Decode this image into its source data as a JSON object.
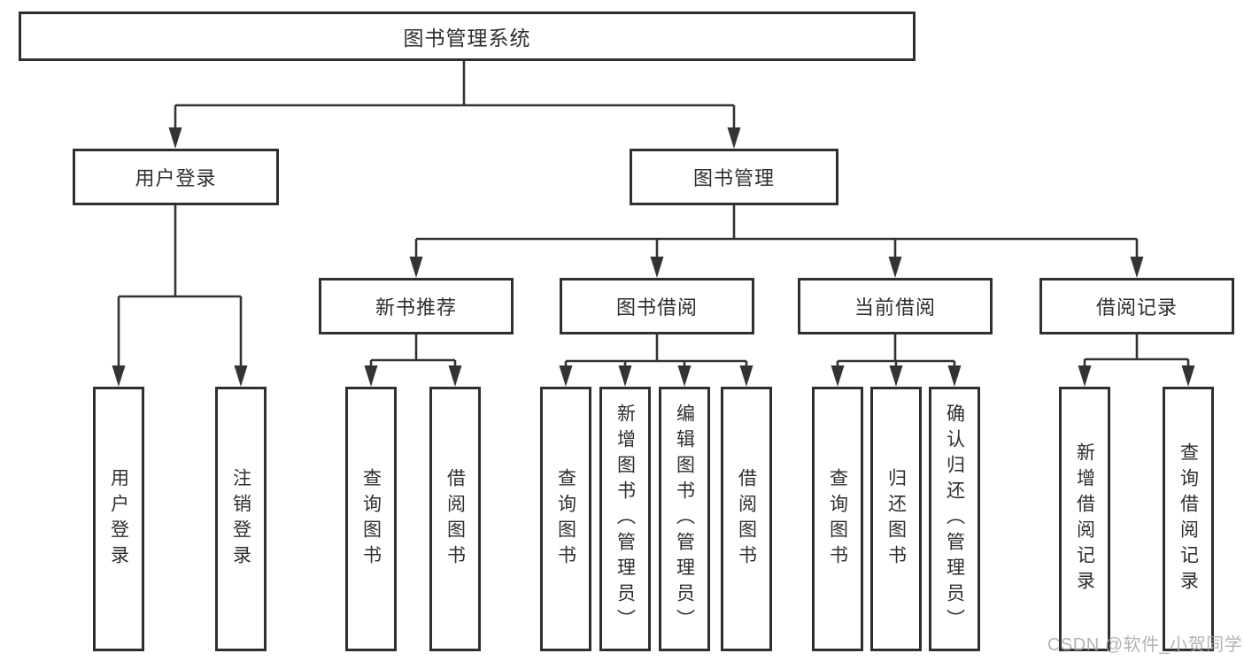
{
  "diagram": {
    "root": {
      "label": "图书管理系统"
    },
    "level2": [
      {
        "label": "用户登录"
      },
      {
        "label": "图书管理"
      }
    ],
    "level3": [
      {
        "label": "新书推荐"
      },
      {
        "label": "图书借阅"
      },
      {
        "label": "当前借阅"
      },
      {
        "label": "借阅记录"
      }
    ],
    "leaves": [
      {
        "label": "用户登录"
      },
      {
        "label": "注销登录"
      },
      {
        "label": "查询图书"
      },
      {
        "label": "借阅图书"
      },
      {
        "label": "查询图书"
      },
      {
        "label": "新增图书（管理员）"
      },
      {
        "label": "编辑图书（管理员）"
      },
      {
        "label": "借阅图书"
      },
      {
        "label": "查询图书"
      },
      {
        "label": "归还图书"
      },
      {
        "label": "确认归还（管理员）"
      },
      {
        "label": "新增借阅记录"
      },
      {
        "label": "查询借阅记录"
      }
    ]
  },
  "watermark": {
    "text": "CSDN @软件_小贺同学"
  },
  "colors": {
    "line": "#333333",
    "border": "#2f2f2f",
    "text": "#2e2e2e",
    "watermark": "#a2a7ae",
    "background": "#ffffff"
  }
}
